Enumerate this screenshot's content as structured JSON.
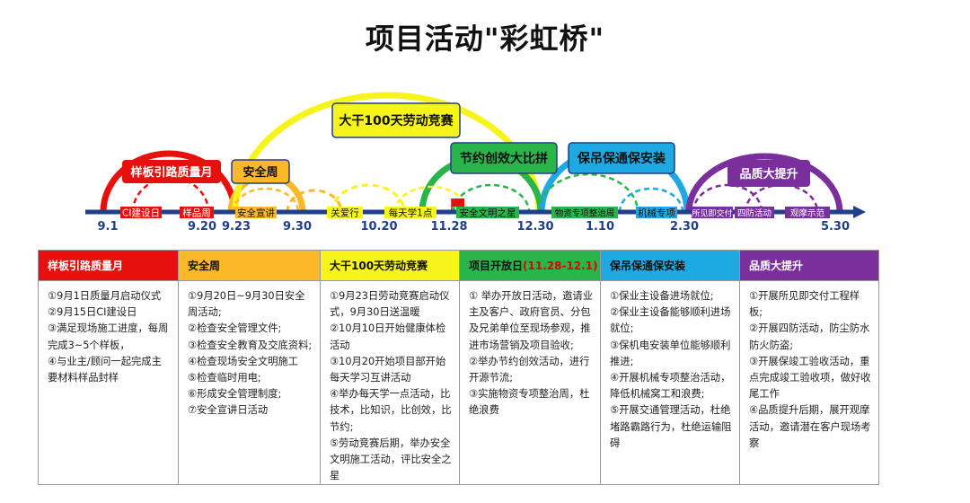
{
  "title": "项目活动\"彩虹桥\"",
  "timeline": {
    "dates": [
      "9.1",
      "9.20",
      "9.23",
      "9.30",
      "10.20",
      "11.28",
      "12.30",
      "1.10",
      "2.30",
      "5.30"
    ],
    "events": [
      "CI建设日",
      "样品周",
      "安全宣讲",
      "关爱行",
      "每天学1点",
      "安全文明之星",
      "物资专项整治周",
      "机械专项",
      "所见即交付",
      "四防活动",
      "观摩示范"
    ],
    "banners": [
      "样板引路质量月",
      "安全周",
      "大干100天劳动竞赛",
      "节约创效大比拼",
      "保吊保通保安装",
      "品质大提升"
    ]
  },
  "table": {
    "columns": [
      {
        "header": "样板引路质量月",
        "header_suffix": "",
        "color": "#e8100c",
        "items": [
          "①9月1日质量月启动仪式",
          "②9月15日CI建设日",
          "③满足现场施工进度，每周完成3~5个样板，",
          "④与业主/顾问一起完成主要材料样品封样"
        ]
      },
      {
        "header": "安全周",
        "header_suffix": "",
        "color": "#fbb829",
        "items": [
          "①9月20日~9月30日安全周活动;",
          "②检查安全管理文件;",
          "③检查安全教育及交底资料;",
          "④检查现场安全文明施工",
          "⑤检查临时用电;",
          "⑥形成安全管理制度;",
          "⑦安全宣讲日活动"
        ]
      },
      {
        "header": "大干100天劳动竞赛",
        "header_suffix": "",
        "color": "#f6f41a",
        "items": [
          "①9月23日劳动竞赛启动仪式，9月30日送温暖",
          "②10月10日开始健康体检活动",
          "③10月20开始项目部开始每天学习互讲活动",
          "④举办每天学一点活动，比技术，比知识，比创效，比节约;",
          "⑤劳动竞赛后期，举办安全文明施工活动，评比安全之星"
        ]
      },
      {
        "header": "项目开放日",
        "header_suffix": "(11.28-12.1)",
        "color": "#29b54a",
        "items": [
          "① 举办开放日活动，邀请业主及客户、政府官员、分包及兄弟单位至现场参观，推进市场营销及项目验收;",
          "②举办节约创效活动，进行开源节流;",
          "③实施物资专项整治周，杜绝浪费"
        ]
      },
      {
        "header": "保吊保通保安装",
        "header_suffix": "",
        "color": "#1fa9e2",
        "items": [
          "①保业主设备进场就位;",
          "②保业主设备能够顺利进场就位;",
          "③保机电安装单位能够顺利推进;",
          "④开展机械专项整治活动，降低机械窝工和浪费;",
          "⑤开展交通管理活动，杜绝堵路霸路行为，杜绝运输阻碍"
        ]
      },
      {
        "header": "品质大提升",
        "header_suffix": "",
        "color": "#7a2f9c",
        "items": [
          "①开展所见即交付工程样板;",
          "②开展四防活动，防尘防水防火防盗;",
          "③开展保竣工验收活动，重点完成竣工验收项，做好收尾工作",
          "④品质提升后期，展开观摩活动，邀请潜在客户现场考察"
        ]
      }
    ]
  }
}
